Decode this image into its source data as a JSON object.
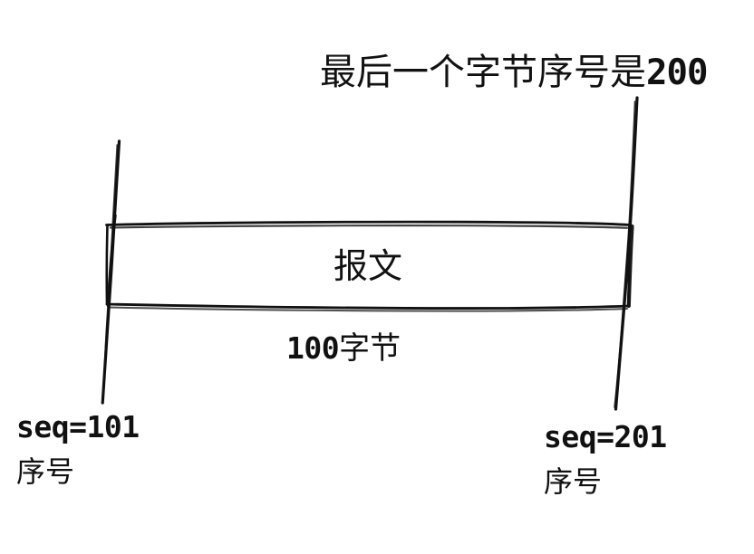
{
  "diagram": {
    "title_annotation": "最后一个字节序号是200",
    "title_annotation_text": "最后一个字节序号是",
    "title_annotation_number": "200",
    "segment_label": "报文",
    "length_label": "100字节",
    "length_number": "100",
    "length_unit": "字节",
    "left_marker": {
      "seq": "seq=101",
      "caption": "序号"
    },
    "right_marker": {
      "seq": "seq=201",
      "caption": "序号"
    },
    "colors": {
      "ink": "#111111",
      "background": "#ffffff"
    }
  }
}
